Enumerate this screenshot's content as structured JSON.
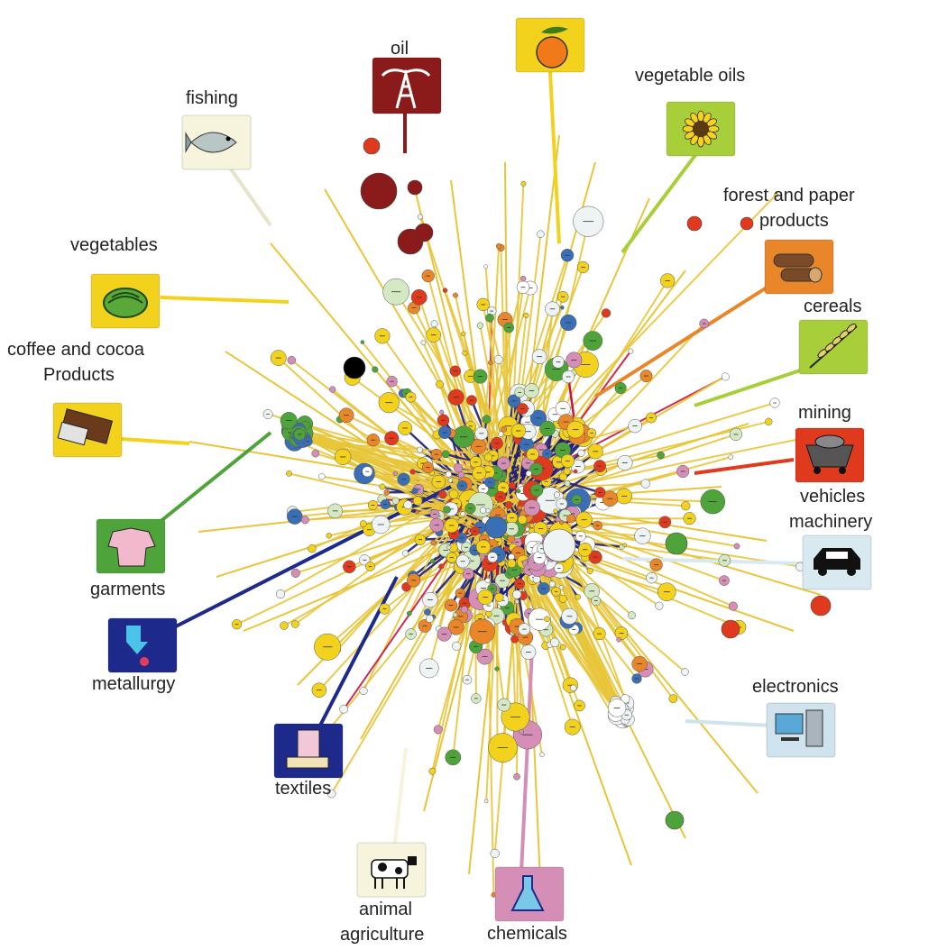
{
  "labels": {
    "oil": "oil",
    "fishing": "fishing",
    "vegetable_oils": "vegetable oils",
    "forest_1": "forest and paper",
    "forest_2": "products",
    "vegetables": "vegetables",
    "coffee_1": "coffee and cocoa",
    "coffee_2": "Products",
    "cereals": "cereals",
    "mining": "mining",
    "vehicles_1": "vehicles",
    "vehicles_2": "machinery",
    "garments": "garments",
    "metallurgy": "metallurgy",
    "electronics": "electronics",
    "textiles": "textiles",
    "animal_1": "animal",
    "animal_2": "agriculture",
    "chemicals": "chemicals"
  },
  "icons": {
    "fruit": "fruit-icon",
    "oil": "oil-derrick-icon",
    "fishing": "fish-icon",
    "vegetable_oils": "sunflower-icon",
    "forest": "log-icon",
    "vegetables": "lettuce-icon",
    "cereals": "wheat-icon",
    "coffee": "chocolate-bar-icon",
    "mining": "mine-cart-icon",
    "garments": "clothing-icon",
    "vehicles": "car-icon",
    "metallurgy": "smelting-icon",
    "electronics": "computer-icon",
    "textiles": "fabric-roll-icon",
    "animal": "cow-icon",
    "chemicals": "flask-icon"
  },
  "colors": {
    "oil": "#8b1a1a",
    "fruit": "#f2d21c",
    "vegetable_oils": "#a8cf3a",
    "forest": "#e9862a",
    "vegetables": "#f2d21c",
    "cereals": "#a8cf3a",
    "coffee": "#f2d21c",
    "mining": "#e03a1e",
    "garments": "#4ea43a",
    "vehicles": "#d8eaf0",
    "metallurgy": "#1d2a8c",
    "electronics": "#cfe3ee",
    "textiles": "#1d2a8c",
    "animal": "#f6f4dc",
    "chemicals": "#d58fb6",
    "fishing": "#f6f4dc",
    "edge_main": "#e8c53a",
    "edge_core": "#1e1e7a",
    "edge_red": "#c8143c"
  }
}
